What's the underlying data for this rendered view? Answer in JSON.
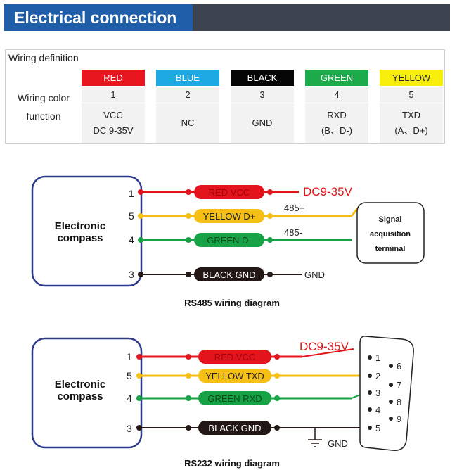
{
  "header": {
    "title": "Electrical connection"
  },
  "wiring_table": {
    "title": "Wiring definition",
    "row_label_color": "Wiring color",
    "row_label_function": "function",
    "columns": [
      {
        "color_name": "RED",
        "bg": "#e8161e",
        "fg": "#ffffff",
        "number": "1",
        "function_line1": "VCC",
        "function_line2": "DC 9-35V"
      },
      {
        "color_name": "BLUE",
        "bg": "#1ea9e3",
        "fg": "#ffffff",
        "number": "2",
        "function_line1": "NC",
        "function_line2": ""
      },
      {
        "color_name": "BLACK",
        "bg": "#050505",
        "fg": "#ffffff",
        "number": "3",
        "function_line1": "GND",
        "function_line2": ""
      },
      {
        "color_name": "GREEN",
        "bg": "#1daa4a",
        "fg": "#ffffff",
        "number": "4",
        "function_line1": "RXD",
        "function_line2": "(B、D-)"
      },
      {
        "color_name": "YELLOW",
        "bg": "#f7ef0b",
        "fg": "#222222",
        "number": "5",
        "function_line1": "TXD",
        "function_line2": "(A、D+)"
      }
    ]
  },
  "colors": {
    "red": "#e3141c",
    "yellow": "#f5bf15",
    "green": "#16a245",
    "black": "#231815",
    "navy": "#2d3a8c"
  },
  "rs485": {
    "caption": "RS485 wiring diagram",
    "device_line1": "Electronic",
    "device_line2": "compass",
    "pins": [
      "1",
      "5",
      "4",
      "3"
    ],
    "wire_labels": [
      "RED  VCC",
      "YELLOW  D+",
      "GREEN  D-",
      "BLACK GND"
    ],
    "power_label": "DC9-35V",
    "d_plus_label": "485+",
    "d_minus_label": "485-",
    "gnd_label": "GND",
    "terminal_line1": "Signal",
    "terminal_line2": "acquisition",
    "terminal_line3": "terminal"
  },
  "rs232": {
    "caption": "RS232 wiring diagram",
    "device_line1": "Electronic",
    "device_line2": "compass",
    "pins": [
      "1",
      "5",
      "4",
      "3"
    ],
    "wire_labels": [
      "RED  VCC",
      "YELLOW  TXD",
      "GREEN  RXD",
      "BLACK GND"
    ],
    "power_label": "DC9-35V",
    "gnd_label": "GND",
    "db9_pins": [
      "1",
      "2",
      "3",
      "4",
      "5",
      "6",
      "7",
      "8",
      "9"
    ]
  }
}
